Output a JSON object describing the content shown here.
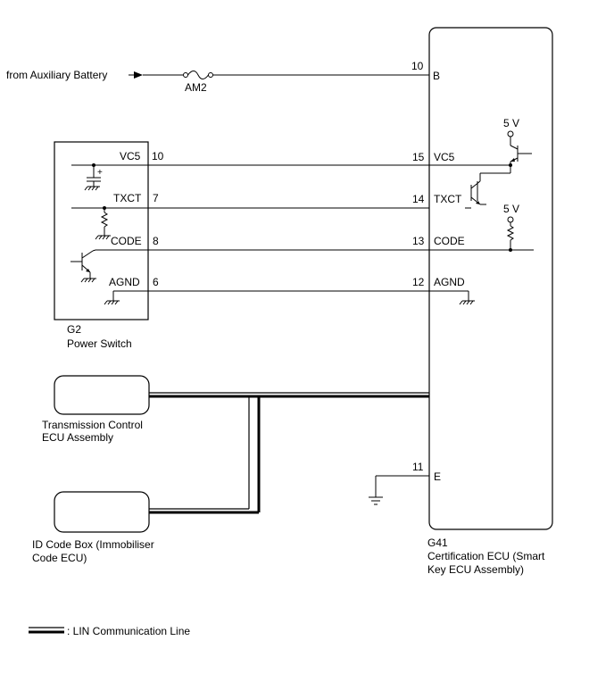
{
  "source": {
    "label": "from Auxiliary Battery"
  },
  "fuse": {
    "name": "AM2"
  },
  "g2": {
    "code": "G2",
    "name": "Power Switch",
    "pins": [
      {
        "no": "10",
        "signal": "VC5"
      },
      {
        "no": "7",
        "signal": "TXCT"
      },
      {
        "no": "8",
        "signal": "CODE"
      },
      {
        "no": "6",
        "signal": "AGND"
      }
    ],
    "plus": "+"
  },
  "g41": {
    "code": "G41",
    "name_line1": "Certification ECU (Smart",
    "name_line2": "Key ECU Assembly)",
    "pins": [
      {
        "no": "10",
        "signal": "B"
      },
      {
        "no": "15",
        "signal": "VC5"
      },
      {
        "no": "14",
        "signal": "TXCT"
      },
      {
        "no": "13",
        "signal": "CODE"
      },
      {
        "no": "12",
        "signal": "AGND"
      },
      {
        "no": "11",
        "signal": "E"
      }
    ],
    "supply1": "5 V",
    "supply2": "5 V"
  },
  "tcm": {
    "line1": "Transmission Control",
    "line2": "ECU Assembly"
  },
  "idbox": {
    "line1": "ID Code Box (Immobiliser",
    "line2": "Code ECU)"
  },
  "legend": {
    "label": ": LIN Communication Line"
  }
}
